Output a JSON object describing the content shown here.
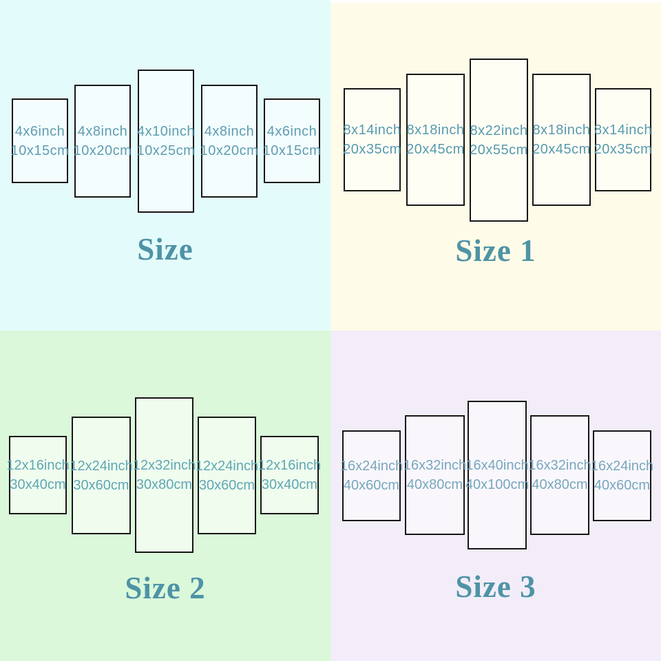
{
  "quadrants": [
    {
      "title": "Size",
      "bg_color": "#e4fbfc",
      "label_color": "#5f9db1",
      "title_color": "#4e93a6",
      "panels": [
        {
          "inch": "4x6inch",
          "cm": "10x15cm"
        },
        {
          "inch": "4x8inch",
          "cm": "10x20cm"
        },
        {
          "inch": "4x10inch",
          "cm": "10x25cm"
        },
        {
          "inch": "4x8inch",
          "cm": "10x20cm"
        },
        {
          "inch": "4x6inch",
          "cm": "10x15cm"
        }
      ]
    },
    {
      "title": "Size 1",
      "bg_color": "#fefce8",
      "label_color": "#579aae",
      "title_color": "#4e93a6",
      "panels": [
        {
          "inch": "8x14inch",
          "cm": "20x35cm"
        },
        {
          "inch": "8x18inch",
          "cm": "20x45cm"
        },
        {
          "inch": "8x22inch",
          "cm": "20x55cm"
        },
        {
          "inch": "8x18inch",
          "cm": "20x45cm"
        },
        {
          "inch": "8x14inch",
          "cm": "20x35cm"
        }
      ]
    },
    {
      "title": "Size 2",
      "bg_color": "#dbf8da",
      "label_color": "#5fa7b5",
      "title_color": "#4e93a6",
      "panels": [
        {
          "inch": "12x16inch",
          "cm": "30x40cm"
        },
        {
          "inch": "12x24inch",
          "cm": "30x60cm"
        },
        {
          "inch": "12x32inch",
          "cm": "30x80cm"
        },
        {
          "inch": "12x24inch",
          "cm": "30x60cm"
        },
        {
          "inch": "12x16inch",
          "cm": "30x40cm"
        }
      ]
    },
    {
      "title": "Size 3",
      "bg_color": "#f2edf8",
      "label_color": "#78a7bd",
      "title_color": "#4e93a6",
      "panels": [
        {
          "inch": "16x24inch",
          "cm": "40x60cm"
        },
        {
          "inch": "16x32inch",
          "cm": "40x80cm"
        },
        {
          "inch": "16x40inch",
          "cm": "40x100cm"
        },
        {
          "inch": "16x32inch",
          "cm": "40x80cm"
        },
        {
          "inch": "16x24inch",
          "cm": "40x60cm"
        }
      ]
    }
  ]
}
